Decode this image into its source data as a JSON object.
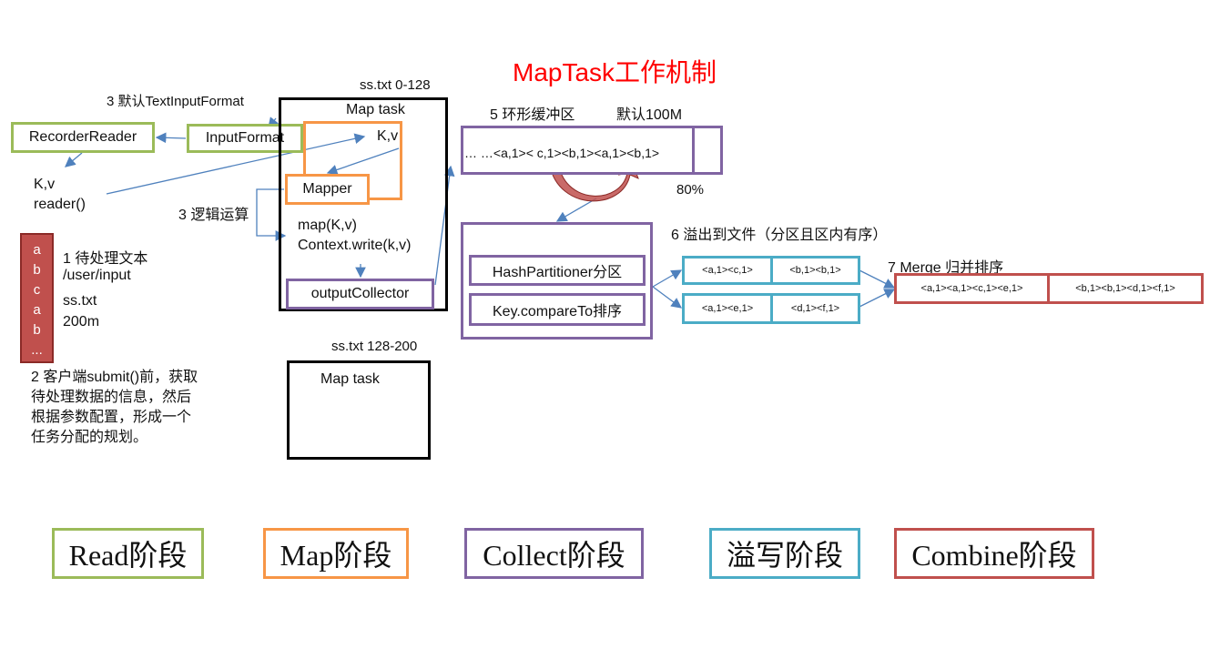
{
  "title": "MapTask工作机制",
  "colors": {
    "title": "#ff0000",
    "read": "#9bbb59",
    "map": "#f79646",
    "collect": "#8064a2",
    "spill": "#4bacc6",
    "combine": "#c0504d",
    "arrow": "#4f81bd",
    "inputFile": "#c0504d"
  },
  "read": {
    "default_format_note": "3 默认TextInputFormat",
    "recorder_reader": "RecorderReader",
    "input_format": "InputFormat",
    "kv": "K,v",
    "reader_call": "reader()",
    "file_chars": [
      "a",
      "b",
      "c",
      "a",
      "b",
      "..."
    ],
    "file_note_1": "1 待处理文本",
    "file_note_2": "/user/input",
    "file_name": "ss.txt",
    "file_size": "200m",
    "client_note": [
      "2 客户端submit()前，获取",
      "待处理数据的信息，然后",
      "根据参数配置，形成一个",
      "任务分配的规划。"
    ]
  },
  "map": {
    "split1_label": "ss.txt 0-128",
    "task_label": "Map task",
    "kv": "K,v",
    "mapper": "Mapper",
    "logic_note": "3 逻辑运算",
    "map_call": "map(K,v)",
    "context_write": "Context.write(k,v)",
    "output_collector": "outputCollector",
    "split2_label": "ss.txt 128-200",
    "task2_label": "Map task"
  },
  "collect": {
    "buffer_label": "5 环形缓冲区",
    "buffer_default": "默认100M",
    "buffer_content": "… …<a,1>< c,1><b,1><a,1><b,1>",
    "threshold": "80%",
    "partitioner": "HashPartitioner分区",
    "sorter": "Key.compareTo排序"
  },
  "spill": {
    "note": "6 溢出到文件（分区且区内有序）",
    "file1": [
      "<a,1><c,1>",
      "<b,1><b,1>"
    ],
    "file2": [
      "<a,1><e,1>",
      "<d,1><f,1>"
    ]
  },
  "merge": {
    "note": "7 Merge 归并排序",
    "cells": [
      "<a,1><a,1><c,1><e,1>",
      "<b,1><b,1><d,1><f,1>"
    ]
  },
  "stages": [
    "Read阶段",
    "Map阶段",
    "Collect阶段",
    "溢写阶段",
    "Combine阶段"
  ]
}
